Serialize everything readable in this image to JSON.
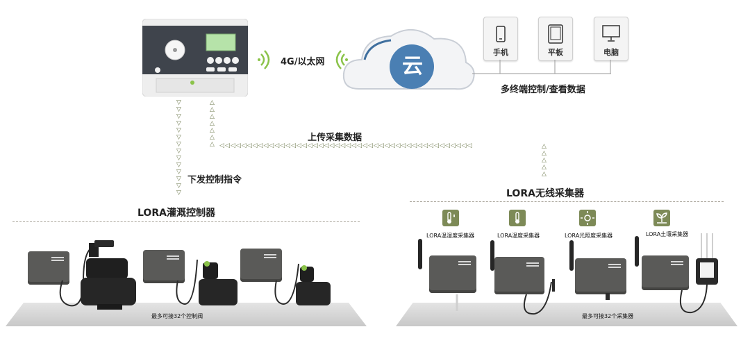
{
  "network": {
    "connection_label": "4G/以太网",
    "cloud_char": "云",
    "devices": [
      {
        "label": "手机",
        "icon": "phone-icon"
      },
      {
        "label": "平板",
        "icon": "tablet-icon"
      },
      {
        "label": "电脑",
        "icon": "monitor-icon"
      }
    ],
    "terminal_caption": "多终端控制/查看数据"
  },
  "flows": {
    "upload_label": "上传采集数据",
    "download_label": "下发控制指令"
  },
  "irrigation": {
    "title": "LORA灌溉控制器",
    "platform_caption": "最多可接32个控制阀"
  },
  "collectors": {
    "title": "LORA无线采集器",
    "sensors": [
      {
        "label": "LORA温湿度采集器",
        "icon": "thermometer-drop-icon"
      },
      {
        "label": "LORA温度采集器",
        "icon": "thermometer-icon"
      },
      {
        "label": "LORA光照度采集器",
        "icon": "sun-icon"
      },
      {
        "label": "LORA土壤采集器",
        "icon": "sprout-icon"
      }
    ],
    "platform_caption": "最多可接32个采集器"
  },
  "colors": {
    "accent_arrow": "#6e7a4e",
    "cloud_circle": "#4a7fb3",
    "signal": "#8bc34a",
    "sensor_icon_bg": "#7d8a57"
  }
}
